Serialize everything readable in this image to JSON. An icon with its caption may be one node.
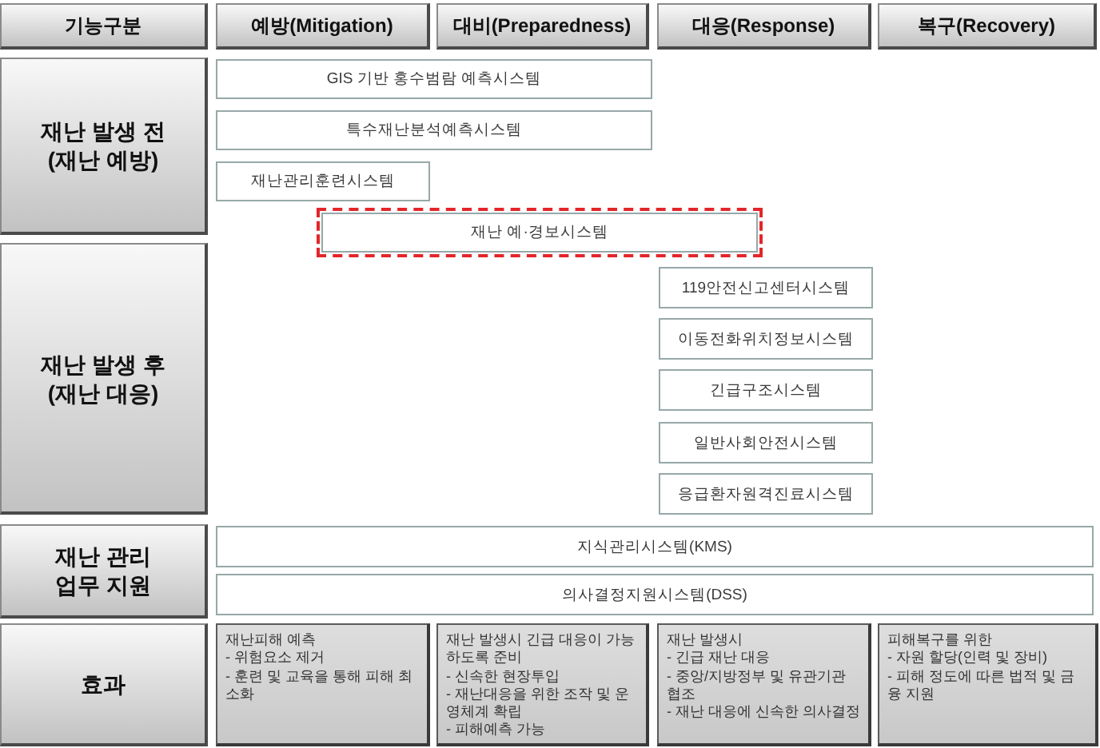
{
  "diagram": {
    "nodes": [
      {
        "text": [
          "기능구분"
        ]
      },
      {
        "text": [
          "예방(Mitigation)"
        ]
      },
      {
        "text": [
          "대비(Preparedness)"
        ]
      },
      {
        "text": [
          "대응(Response)"
        ]
      },
      {
        "text": [
          "복구(Recovery)"
        ]
      },
      {
        "text": [
          "재난 발생 전 (재난 예방)"
        ]
      },
      {
        "text": [
          "GIS 기반 홍수범람 예측시스템"
        ]
      },
      {
        "text": [
          "특수재난분석예측시스템"
        ]
      },
      {
        "text": [
          "재난관리훈련시스템"
        ]
      },
      {
        "text": [],
        "shape": "box"
      },
      {
        "text": [
          "재난 예·경보시스템"
        ],
        "in": 9
      },
      {
        "text": [
          "재난 발생 후 (재난 대응)"
        ]
      },
      {
        "text": [
          "119안전신고센터시스템"
        ]
      },
      {
        "text": [
          "이동전화위치정보시스템"
        ]
      },
      {
        "text": [
          "긴급구조시스템"
        ]
      },
      {
        "text": [
          "일반사회안전시스템"
        ]
      },
      {
        "text": [
          "응급환자원격진료시스템"
        ]
      },
      {
        "text": [
          "재난 관리 업무 지원"
        ]
      },
      {
        "text": [
          "지식관리시스템(KMS)"
        ]
      },
      {
        "text": [
          "의사결정지원시스템(DSS)"
        ]
      },
      {
        "text": [
          "효과"
        ]
      },
      {
        "text": [
          "재난피해 예측",
          "- 위험요소 제거",
          "- 훈련 및 교육을 통해 피해 최소화"
        ]
      },
      {
        "text": [
          "재난 발생시 긴급 대응이 가능하도록 준비",
          "- 신속한 현장투입",
          "- 재난대응을 위한 조작 및 운영체계 확립",
          "- 피해예측 가능"
        ]
      },
      {
        "text": [
          "재난 발생시",
          "- 긴급 재난 대응",
          "- 중앙/지방정부 및 유관기관 협조",
          "- 재난 대응에 신속한 의사결정"
        ]
      },
      {
        "text": [
          "피해복구를 위한",
          "- 자원 할당(인력 및 장비)",
          "- 피해 정도에 따른 법적 및 금융 지원"
        ]
      }
    ]
  }
}
